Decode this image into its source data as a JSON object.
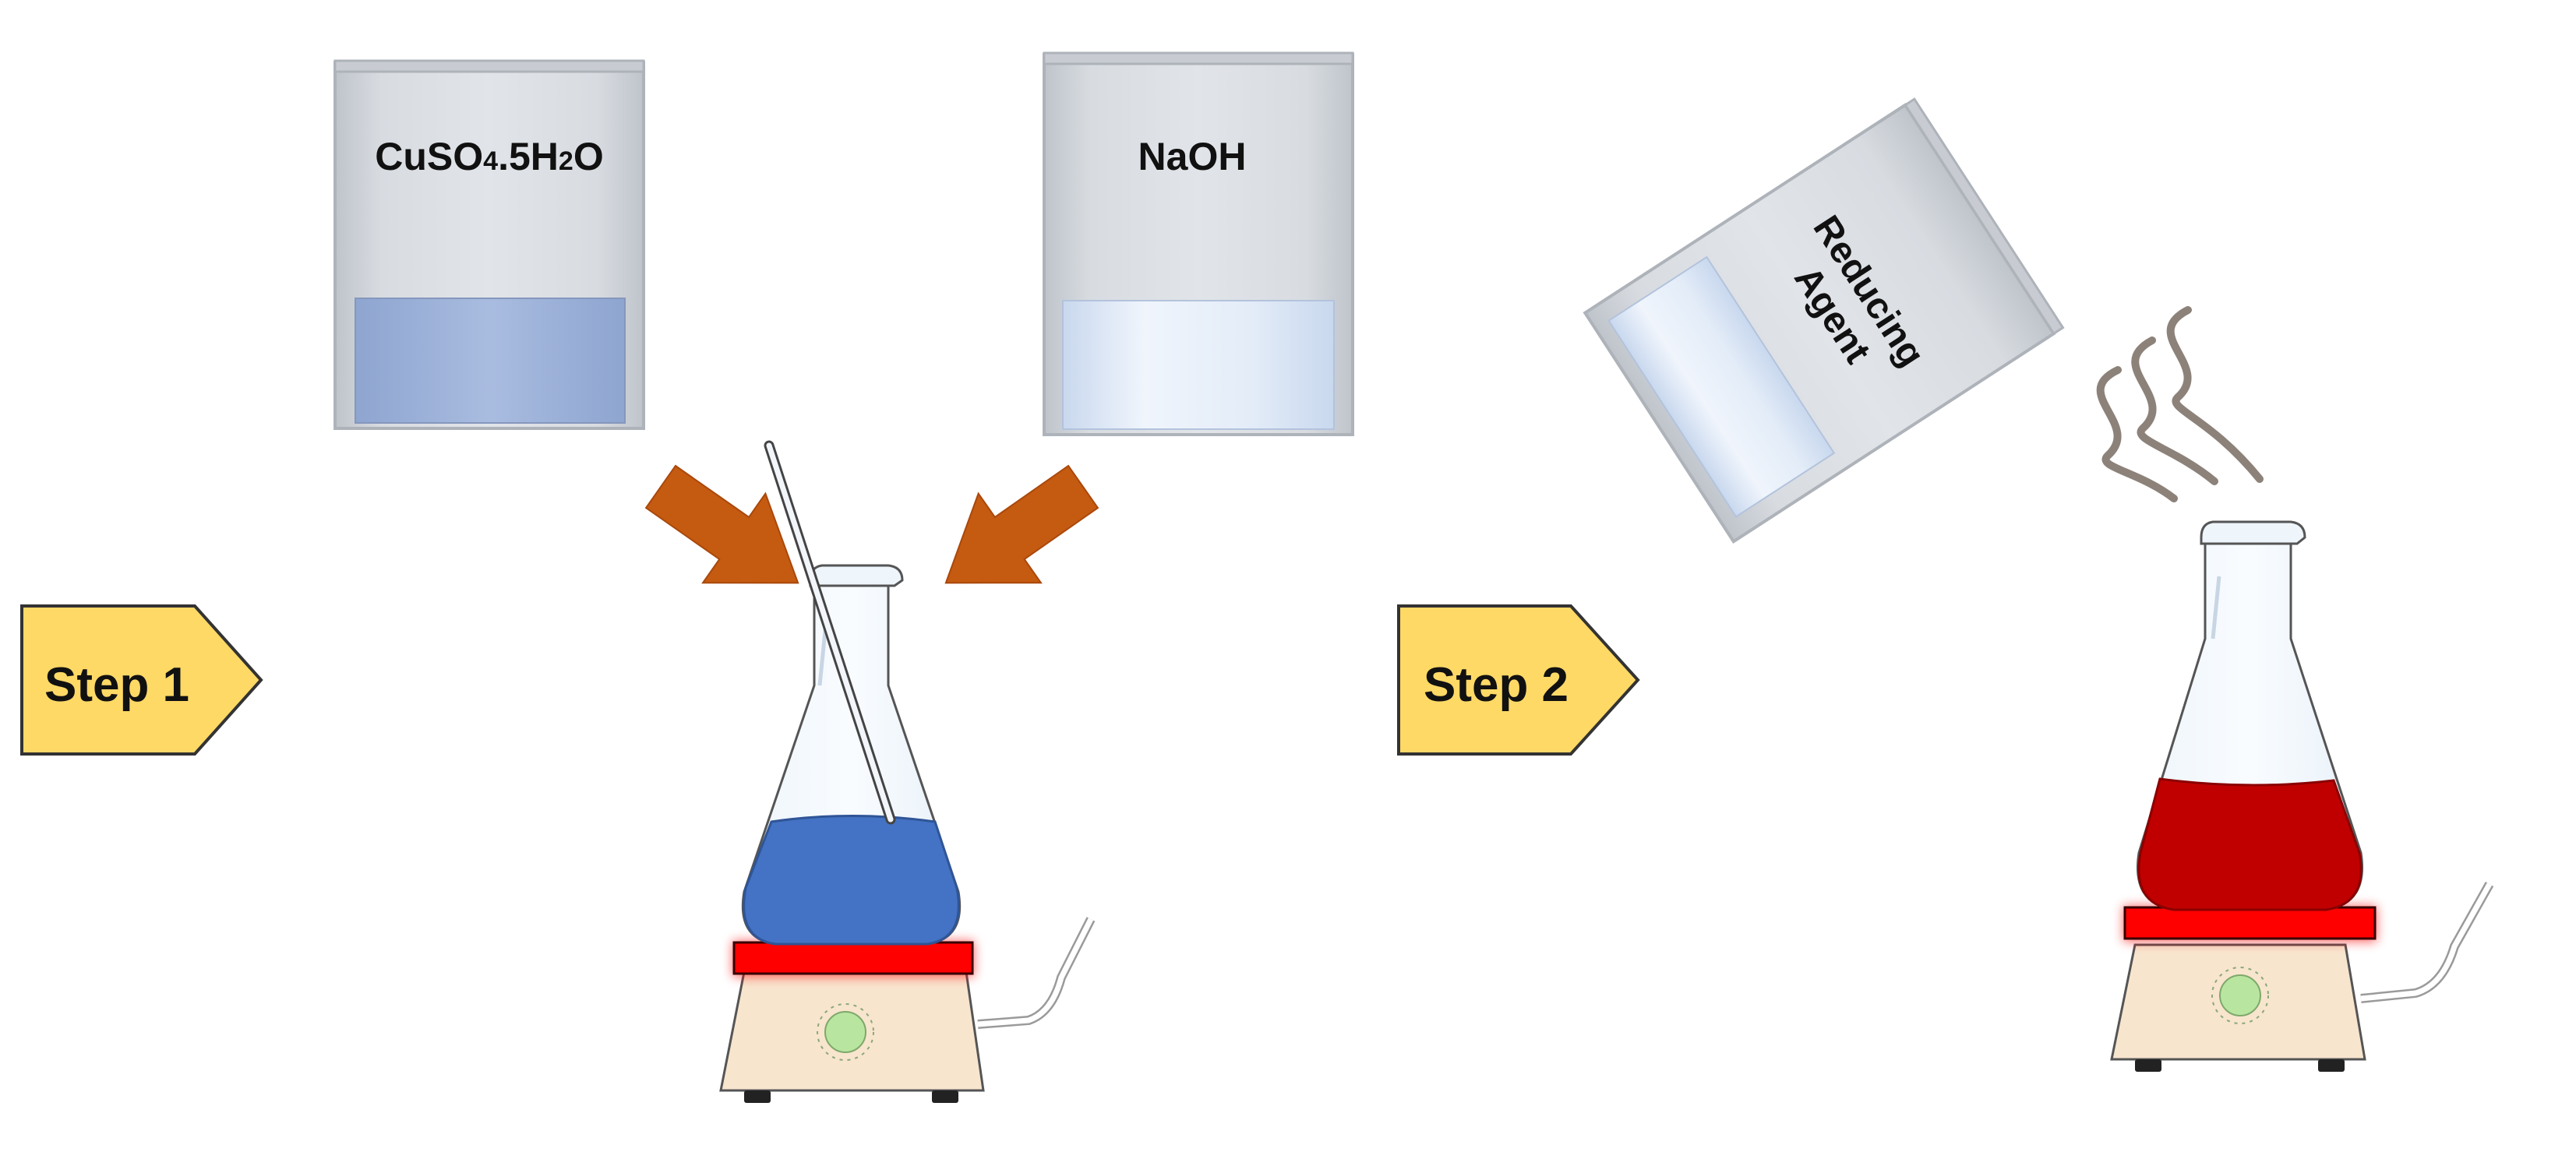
{
  "steps": [
    {
      "label": "Step 1",
      "fill_color": "#FFD966",
      "stroke_color": "#333333"
    },
    {
      "label": "Step 2",
      "fill_color": "#FFD966",
      "stroke_color": "#333333"
    }
  ],
  "beakers": {
    "cuso4": {
      "formula_main": "CuSO",
      "formula_sub_1": "4",
      "formula_mid": ".5H",
      "formula_sub_2": "2",
      "formula_end": "O",
      "liquid_color": "#9BB0D6"
    },
    "naoh": {
      "label": "NaOH",
      "liquid_color": "#DCE8F6"
    },
    "reducing_agent": {
      "label_line1": "Reducing",
      "label_line2": "Agent",
      "liquid_color": "#DCE8F6"
    }
  },
  "flasks": {
    "step1_solution_color": "#4472C4",
    "step2_solution_color": "#C00000"
  },
  "arrows": {
    "color": "#C55A11"
  },
  "hot_plate": {
    "plate_color": "#FF0000",
    "base_color": "#F8E5CE",
    "knob_color": "#B8E6A0"
  },
  "steam_color": "#8C8279"
}
